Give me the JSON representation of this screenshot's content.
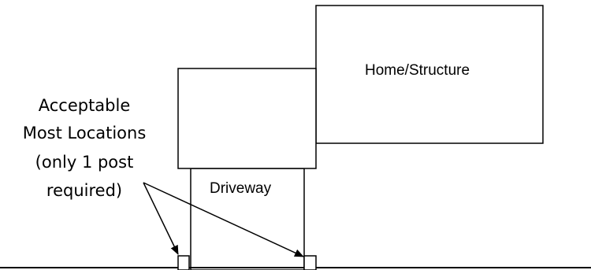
{
  "diagram": {
    "structure_label": "Home/Structure",
    "driveway_label": "Driveway",
    "note_lines": [
      "Acceptable",
      "Most Locations",
      "(only 1 post",
      "required)"
    ]
  }
}
